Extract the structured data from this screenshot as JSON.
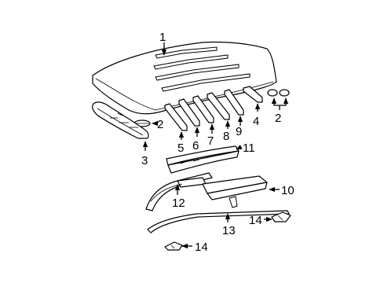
{
  "callouts": {
    "c1": "1",
    "c2a": "2",
    "c2b": "2",
    "c3": "3",
    "c4": "4",
    "c5": "5",
    "c6": "6",
    "c7": "7",
    "c8": "8",
    "c9": "9",
    "c10": "10",
    "c11": "11",
    "c12": "12",
    "c13": "13",
    "c14a": "14",
    "c14b": "14"
  }
}
